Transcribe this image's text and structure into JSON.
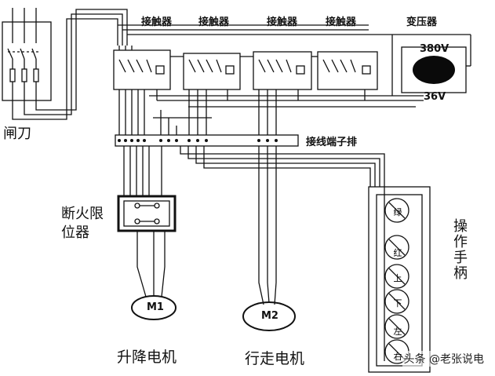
{
  "labels": {
    "knife_switch": "闸刀",
    "contactor": "接触器",
    "transformer": "变压器",
    "voltage_primary": "380V",
    "voltage_secondary": "36V",
    "terminal_block": "接线端子排",
    "limit_switch_line1": "断火限",
    "limit_switch_line2": "位器",
    "handle": "操作手柄",
    "motor1_id": "M1",
    "motor2_id": "M2",
    "motor1_name": "升降电机",
    "motor2_name": "行走电机",
    "watermark": "头条 @老张说电"
  },
  "handle_buttons": [
    "绿",
    "红",
    "上",
    "下",
    "左",
    "右"
  ],
  "colors": {
    "line": "#111111",
    "transformer_core": "#0a0a0a",
    "background": "#ffffff"
  }
}
